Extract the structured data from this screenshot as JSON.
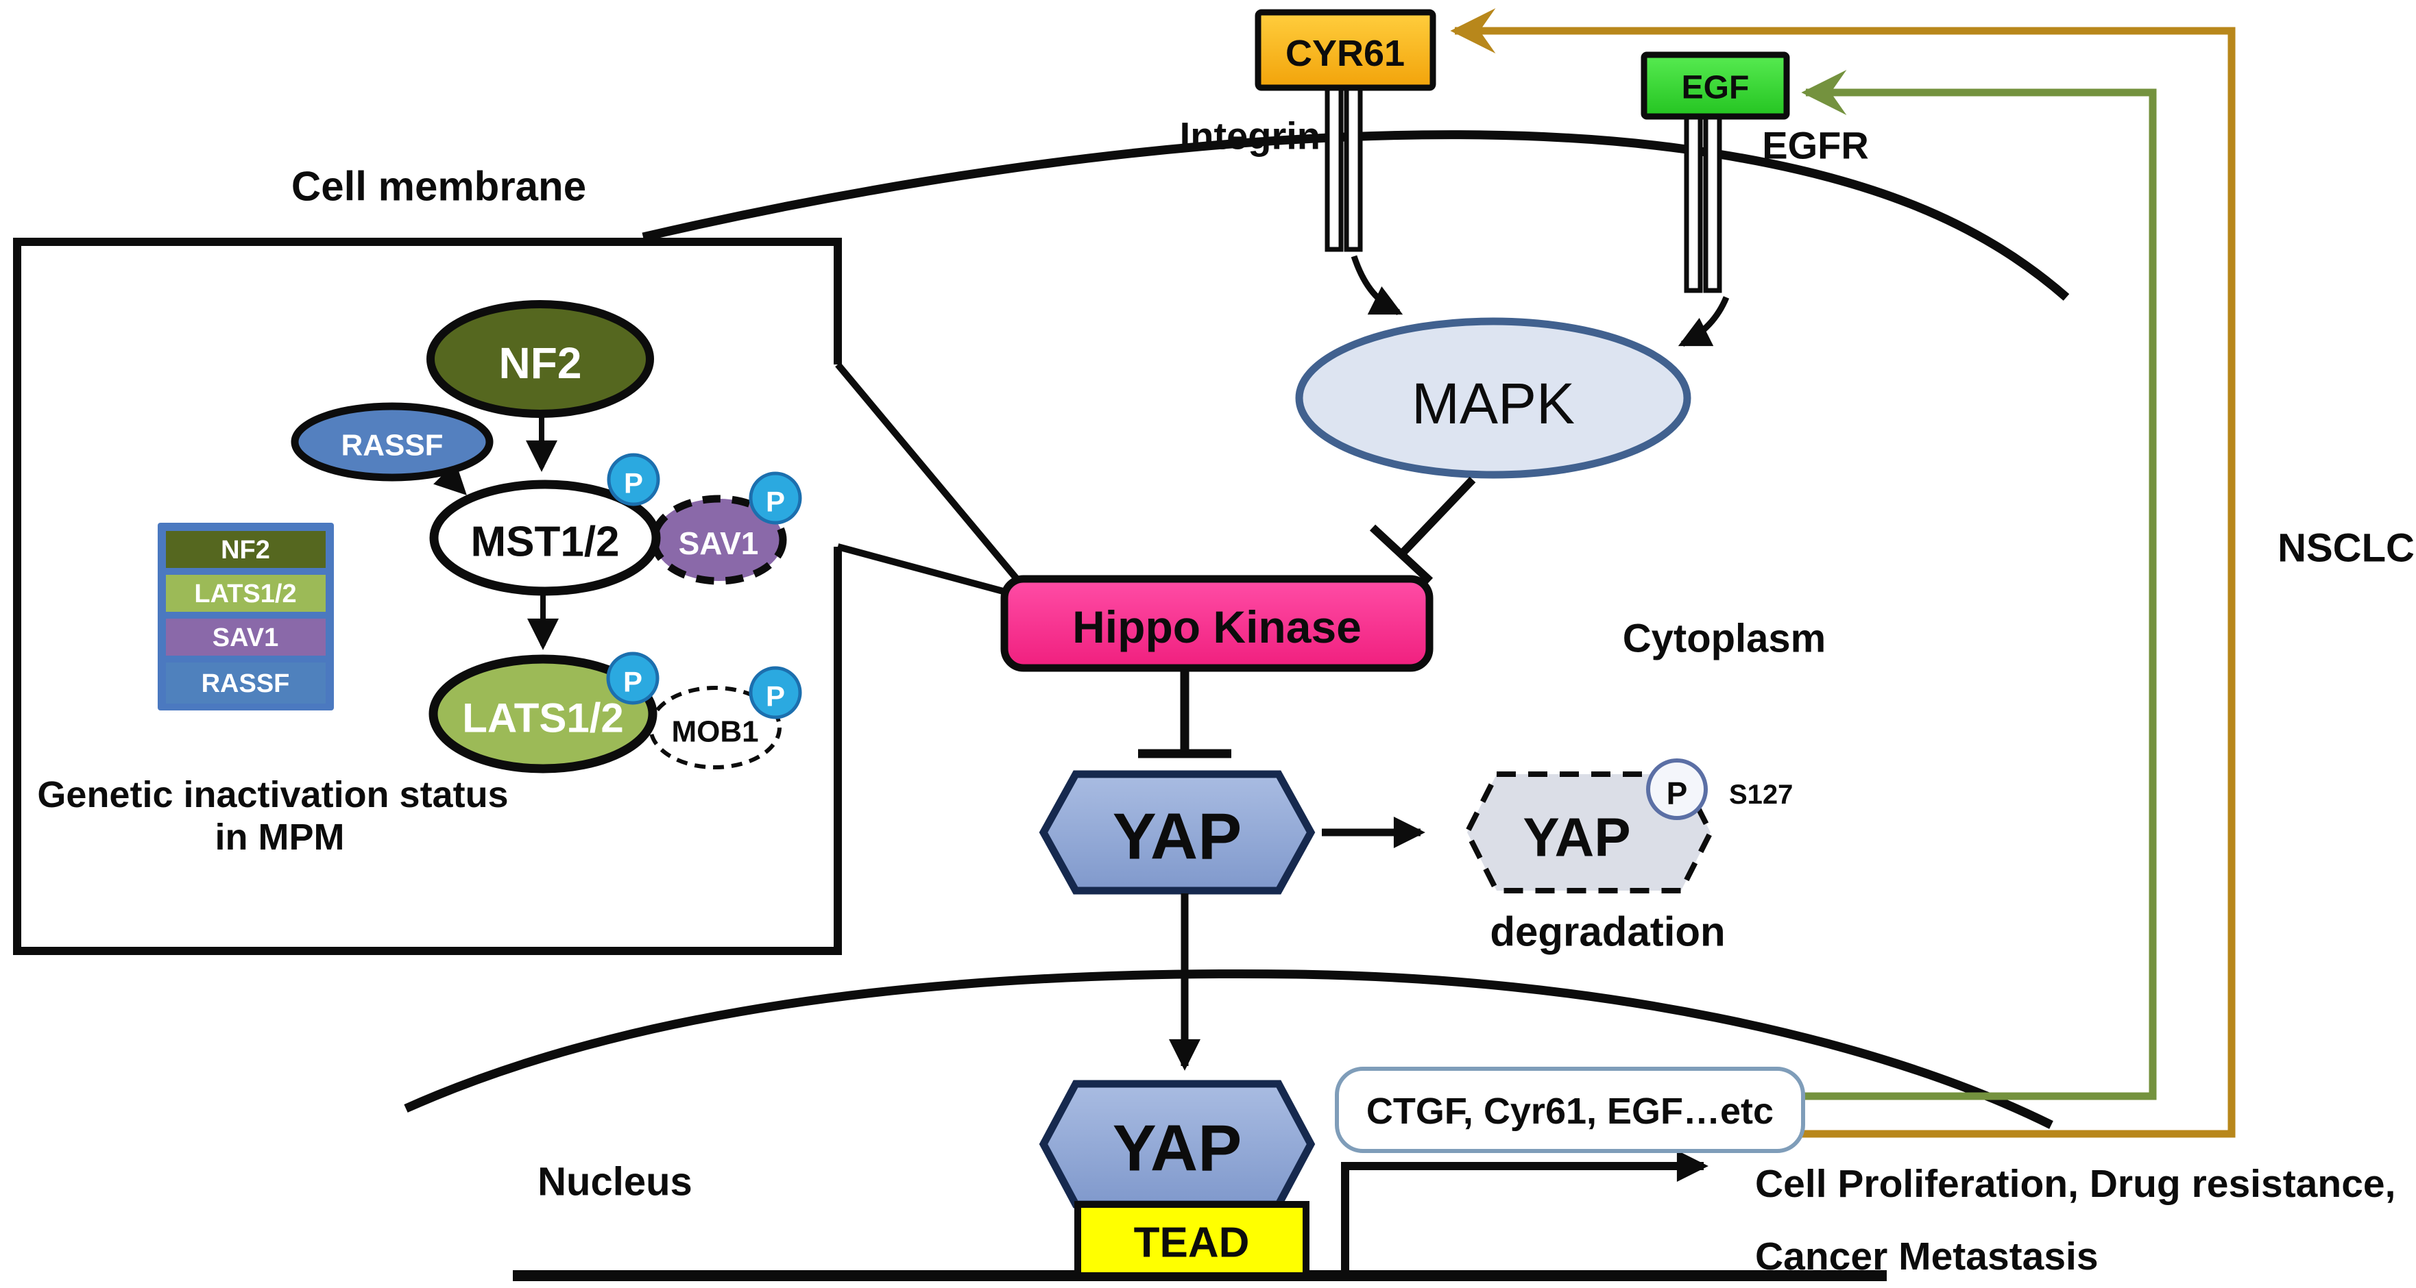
{
  "labels": {
    "cell_membrane": "Cell membrane",
    "cytoplasm": "Cytoplasm",
    "nucleus": "Nucleus",
    "nsclc": "NSCLC",
    "integrin": "Integrin",
    "egfr": "EGFR",
    "s127": "S127",
    "degradation": "degradation",
    "outcome_line1": "Cell Proliferation, Drug resistance,",
    "outcome_line2": "Cancer Metastasis",
    "legend_caption_line1": "Genetic inactivation status",
    "legend_caption_line2": "in MPM"
  },
  "nodes": {
    "cyr61": "CYR61",
    "egf": "EGF",
    "mapk": "MAPK",
    "hippo_kinase": "Hippo Kinase",
    "yap": "YAP",
    "tead": "TEAD",
    "target_genes": "CTGF, Cyr61, EGF…etc",
    "nf2": "NF2",
    "rassf": "RASSF",
    "mst12": "MST1/2",
    "sav1": "SAV1",
    "lats12": "LATS1/2",
    "mob1": "MOB1",
    "phospho": "P"
  },
  "legend": {
    "items": [
      {
        "label": "NF2",
        "color": "#55671F"
      },
      {
        "label": "LATS1/2",
        "color": "#9CBA57"
      },
      {
        "label": "SAV1",
        "color": "#8A69A9"
      },
      {
        "label": "RASSF",
        "color": "#4F81BD"
      }
    ],
    "frame_color": "#4B79C0"
  },
  "colors": {
    "cyr61_fill": "#F9AE13",
    "egf_fill": "#35D32F",
    "hippo_fill": "#FF3399",
    "mapk_fill": "#DDE4F1",
    "mapk_stroke": "#41618F",
    "yap_fill": "#93A9D8",
    "yap_stroke": "#16294E",
    "yap_phospho_fill": "#DBDEE7",
    "tead_fill": "#FFFF00",
    "nf2_fill": "#55671F",
    "rassf_fill": "#5480BF",
    "sav1_fill": "#8A69A9",
    "lats_fill": "#9CBA57",
    "p_circle_fill": "#2BA9E0",
    "p_circle_stroke": "#1C6FAE",
    "feedback_brown": "#B8871B",
    "feedback_green": "#74923E",
    "ctgf_box_stroke": "#7F9DB9"
  }
}
